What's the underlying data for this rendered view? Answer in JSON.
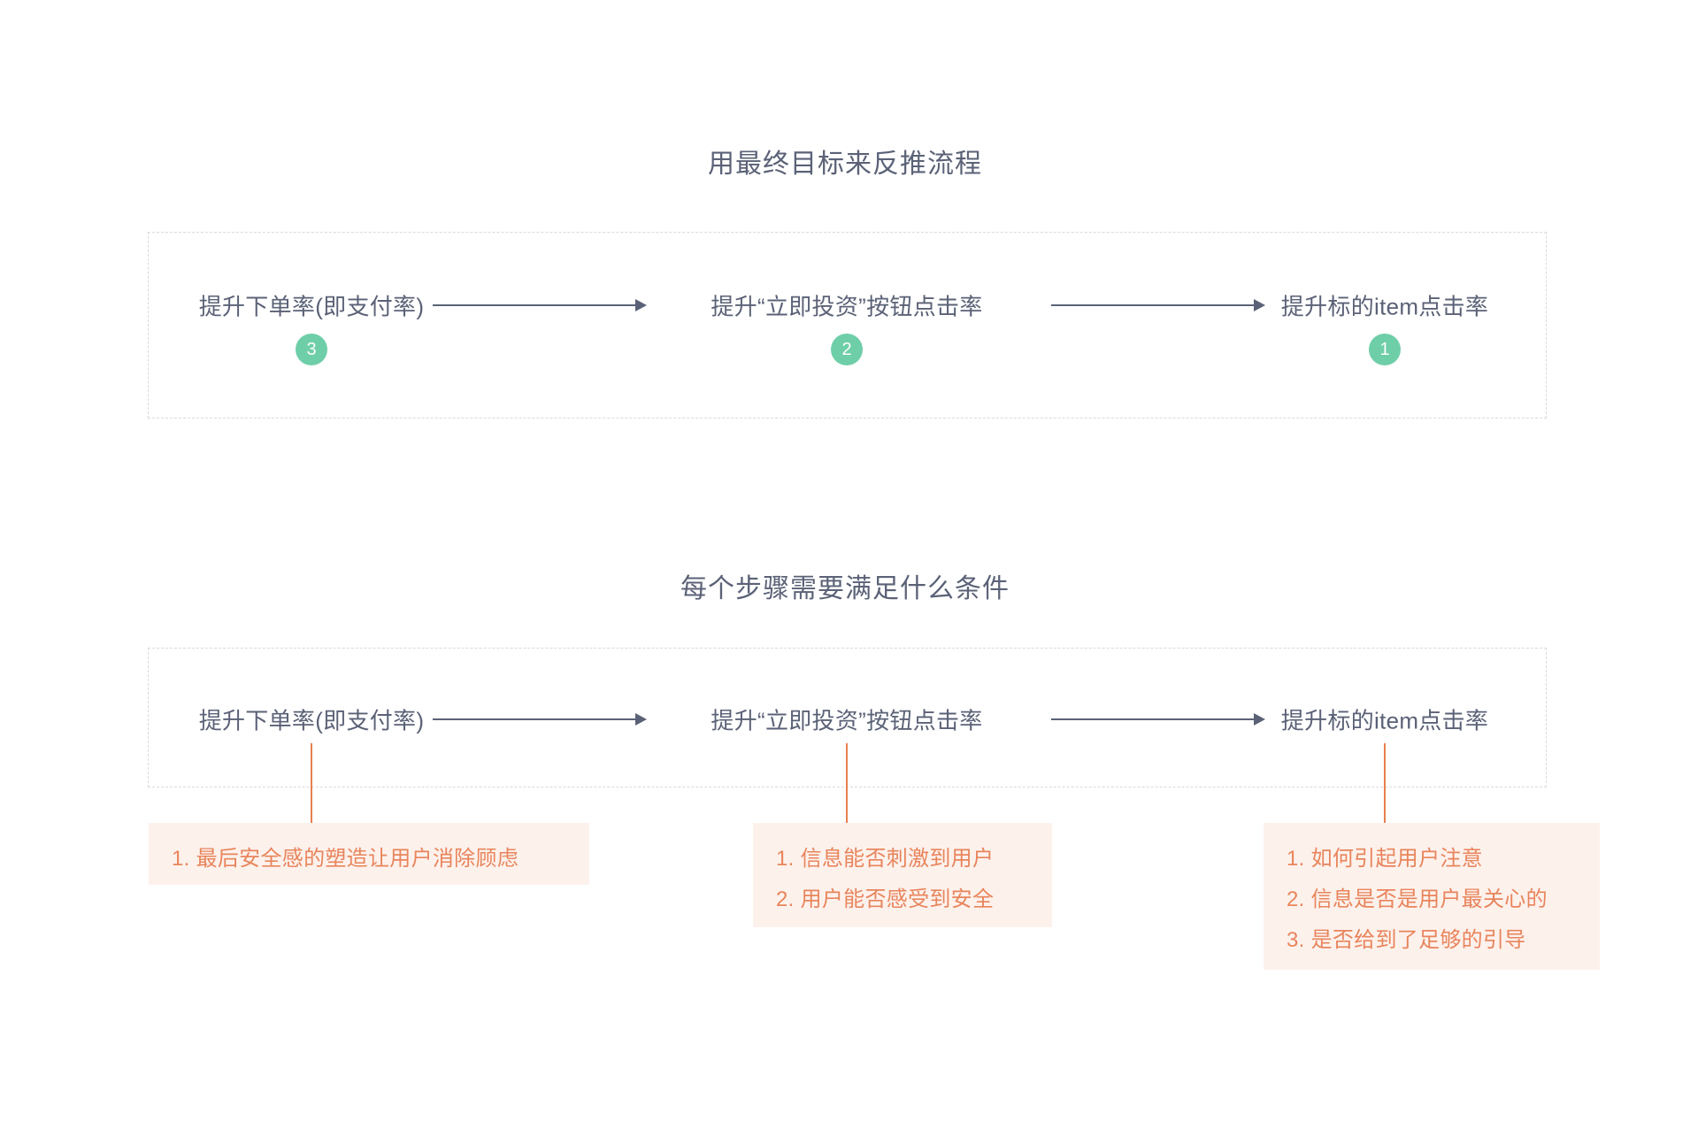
{
  "page": {
    "background": "#ffffff",
    "text_color": "#5b6277",
    "accent_green": "#6ecea8",
    "accent_orange": "#e8855c",
    "box_background": "#fdf1ec",
    "dashed_border_color": "#d8dadf"
  },
  "sections": [
    {
      "title": "用最终目标来反推流程",
      "nodes": [
        {
          "label": "提升下单率(即支付率)",
          "badge": "3"
        },
        {
          "label": "提升“立即投资”按钮点击率",
          "badge": "2"
        },
        {
          "label": "提升标的item点击率",
          "badge": "1"
        }
      ]
    },
    {
      "title": "每个步骤需要满足什么条件",
      "nodes": [
        {
          "label": "提升下单率(即支付率)"
        },
        {
          "label": "提升“立即投资”按钮点击率"
        },
        {
          "label": "提升标的item点击率"
        }
      ],
      "conditions": [
        {
          "items": [
            "1. 最后安全感的塑造让用户消除顾虑"
          ]
        },
        {
          "items": [
            "1. 信息能否刺激到用户",
            "2. 用户能否感受到安全"
          ]
        },
        {
          "items": [
            "1. 如何引起用户注意",
            "2. 信息是否是用户最关心的",
            "3. 是否给到了足够的引导"
          ]
        }
      ]
    }
  ]
}
